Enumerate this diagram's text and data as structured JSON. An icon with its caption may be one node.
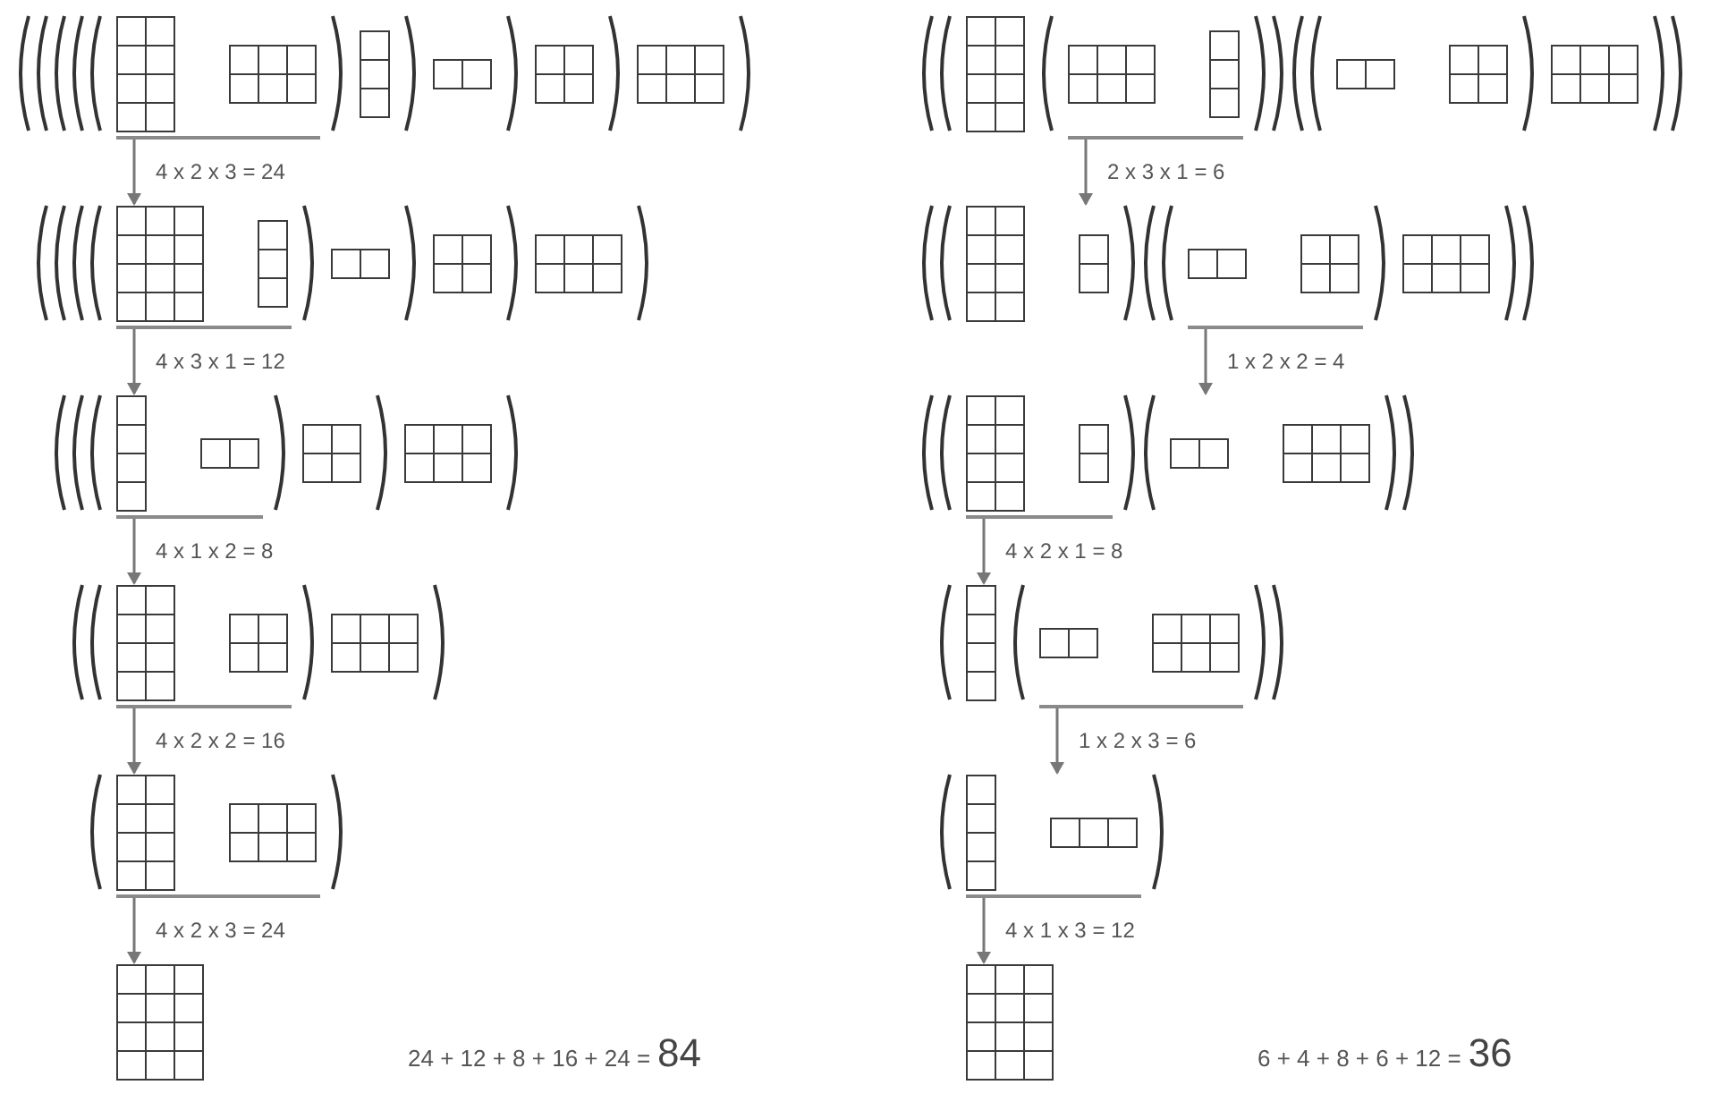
{
  "diagram": {
    "nodes": [
      {
        "text": [],
        "shape": "grid"
      },
      {
        "text": [],
        "shape": "grid"
      },
      {
        "text": [],
        "shape": "grid"
      },
      {
        "text": [],
        "shape": "grid"
      },
      {
        "text": [],
        "shape": "grid"
      },
      {
        "text": [],
        "shape": "grid"
      },
      {
        "text": [],
        "shape": "grid"
      },
      {
        "text": [],
        "shape": "grid"
      },
      {
        "text": [],
        "shape": "grid"
      },
      {
        "text": [],
        "shape": "grid"
      },
      {
        "text": [],
        "shape": "grid"
      },
      {
        "text": [],
        "shape": "grid"
      }
    ],
    "edges": [
      {
        "from": 0,
        "to": 1,
        "arrow": "to",
        "label": "4 x 2 x 3 = 24"
      },
      {
        "from": 1,
        "to": 2,
        "arrow": "to",
        "label": "4 x 3 x 1 = 12"
      },
      {
        "from": 2,
        "to": 3,
        "arrow": "to",
        "label": "4 x 1 x 2 = 8"
      },
      {
        "from": 3,
        "to": 4,
        "arrow": "to",
        "label": "4 x 2 x 2 = 16"
      },
      {
        "from": 4,
        "to": 5,
        "arrow": "to",
        "label": "4 x 2 x 3 = 24"
      },
      {
        "from": 6,
        "to": 7,
        "arrow": "to",
        "label": "2 x 3 x 1 = 6"
      },
      {
        "from": 7,
        "to": 8,
        "arrow": "to",
        "label": "1 x 2 x 2 = 4"
      },
      {
        "from": 8,
        "to": 9,
        "arrow": "to",
        "label": "4 x 2 x 1 = 8"
      },
      {
        "from": 9,
        "to": 10,
        "arrow": "to",
        "label": "1 x 2 x 3 = 6"
      },
      {
        "from": 10,
        "to": 11,
        "arrow": "to",
        "label": "4 x 1 x 3 = 12"
      }
    ],
    "labels": [
      "24 + 12 + 8 + 16 + 24 =",
      "84",
      "6 + 4 + 8 + 6 + 12 =",
      "36"
    ]
  }
}
